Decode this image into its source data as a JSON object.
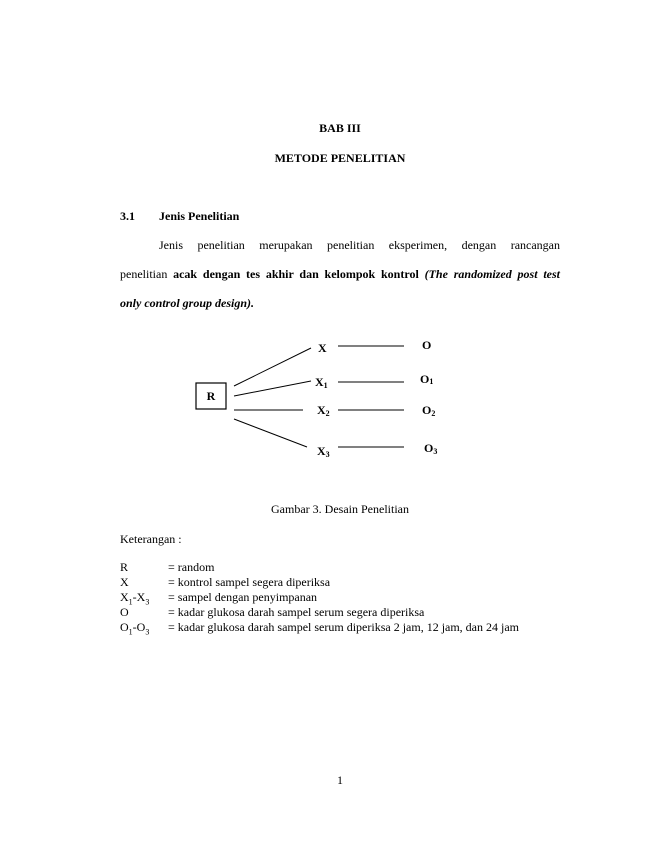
{
  "chapter": "BAB III",
  "chapter_title": "METODE  PENELITIAN",
  "section": {
    "number": "3.1",
    "title": "Jenis Penelitian"
  },
  "paragraph": {
    "line1": "Jenis penelitian merupakan penelitian eksperimen, dengan rancangan",
    "line2_prefix": "penelitian ",
    "line2_bold": "acak dengan tes akhir dan kelompok kontrol",
    "line2_italic": "(The randomized post test",
    "line3_italic": "only control group design)."
  },
  "diagram": {
    "r": "R",
    "x": "X",
    "x1": "X",
    "x1_sub": "1",
    "x2": "X",
    "x2_sub": "2",
    "x3": "X",
    "x3_sub": "3",
    "o": "O",
    "o1": "O",
    "o1_sub": "1",
    "o2": "O",
    "o2_sub": "2",
    "o3": "O",
    "o3_sub": "3"
  },
  "caption": "Gambar 3. Desain Penelitian",
  "legend_title": "Keterangan :",
  "legend": [
    {
      "key": "R",
      "def": "= random"
    },
    {
      "key": "X",
      "def": "= kontrol sampel segera diperiksa"
    },
    {
      "key_main": "X",
      "key_sub1": "1",
      "key_mid": "-X",
      "key_sub2": "3",
      "def": "= sampel dengan penyimpanan"
    },
    {
      "key": "O",
      "def": "= kadar glukosa darah sampel serum segera diperiksa"
    },
    {
      "key_main": "O",
      "key_sub1": "1",
      "key_mid": "-O",
      "key_sub2": "3",
      "def": "= kadar glukosa darah sampel serum diperiksa 2 jam, 12 jam, dan 24 jam"
    }
  ],
  "page_number": "1"
}
